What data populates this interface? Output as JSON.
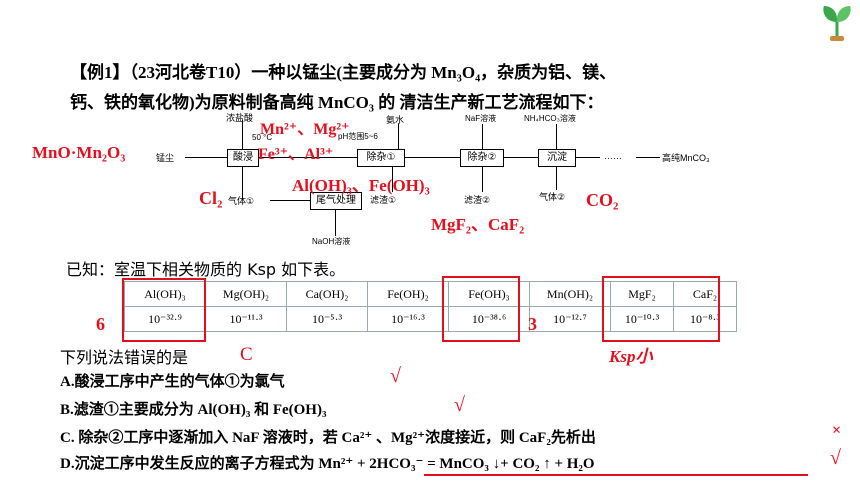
{
  "colors": {
    "accent_red": "#e0101e",
    "leaf_green": "#3aa84a"
  },
  "logo": {
    "icon": "sprout-icon"
  },
  "question": {
    "label": "【例1】",
    "source": "（23河北卷T10）",
    "line1_rest": "一种以锰尘(主要成分为 Mn₃O₄，杂质为铝、镁、",
    "line2": "钙、铁的氧化物)为原料制备高纯 MnCO₃ 的 清洁生产新工艺流程如下："
  },
  "flow": {
    "feed": "锰尘",
    "reagent_acid": "浓盐酸",
    "temp": "50 °C",
    "ph_range": "pH范围5~6",
    "reagent_ammonia": "氨水",
    "reagent_naf": "NaF溶液",
    "reagent_nh4hco3": "NH₄HCO₃溶液",
    "box_acid": "酸浸",
    "box_rz1": "除杂①",
    "box_rz2": "除杂②",
    "box_precip": "沉淀",
    "dots": "……",
    "product": "高纯MnCO₃",
    "gas1": "气体①",
    "box_tail": "尾气处理",
    "naoh": "NaOH溶液",
    "residue1": "滤渣①",
    "residue2": "滤渣②",
    "gas2": "气体②"
  },
  "annotations": {
    "formula": "MnO·Mn₂O₃",
    "ions1": "Mn²⁺、Mg²⁺",
    "ions2": "Fe³⁺、Al³⁺",
    "hydroxides": "Al(OH)₃、Fe(OH)₃",
    "cl2": "Cl₂",
    "co2": "CO₂",
    "fluorides": "MgF₂、CaF₂",
    "num6": "6",
    "num3": "3",
    "ksp_small": "Ksp小",
    "answer": "C"
  },
  "known_text": "已知：室温下相关物质的 Ksp 如下表。",
  "ksp_table": {
    "headers": [
      "Al(OH)₃",
      "Mg(OH)₂",
      "Ca(OH)₂",
      "Fe(OH)₂",
      "Fe(OH)₃",
      "Mn(OH)₂",
      "MgF₂",
      "CaF₂"
    ],
    "values": [
      "10⁻³²·⁹",
      "10⁻¹¹·³",
      "10⁻⁵·³",
      "10⁻¹⁶·³",
      "10⁻³⁸·⁶",
      "10⁻¹²·⁷",
      "10⁻¹⁰·³",
      "10⁻⁸·³"
    ]
  },
  "prompt": "下列说法错误的是",
  "options": [
    {
      "text": "A.酸浸工序中产生的气体①为氯气",
      "mark": "√"
    },
    {
      "text": "B.滤渣①主要成分为 Al(OH)₃ 和 Fe(OH)₃",
      "mark": "√"
    },
    {
      "text": "C. 除杂②工序中逐渐加入 NaF 溶液时，若 Ca²⁺ 、Mg²⁺浓度接近，则 CaF₂先析出",
      "mark": "×"
    },
    {
      "text": "D.沉淀工序中发生反应的离子方程式为 Mn²⁺ + 2HCO₃⁻ = MnCO₃ ↓+ CO₂ ↑ + H₂O",
      "mark": "√"
    }
  ]
}
